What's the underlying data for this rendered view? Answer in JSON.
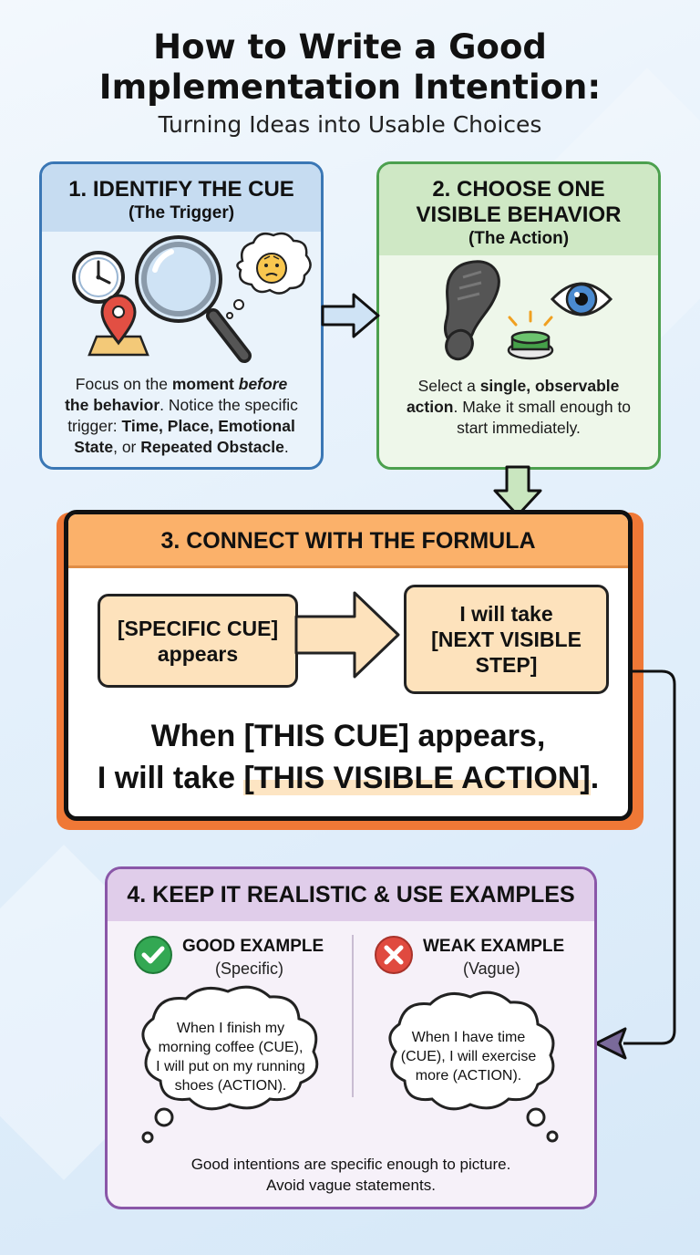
{
  "title": {
    "line1": "How to Write a Good",
    "line2": "Implementation Intention:",
    "subtitle": "Turning Ideas into Usable Choices"
  },
  "step1": {
    "heading": "1. IDENTIFY THE CUE",
    "subheading": "(The Trigger)",
    "body": {
      "t1": "Focus on the ",
      "b1": "moment ",
      "i1": "before",
      "b2": "the behavior",
      "t2": ". Notice the specific trigger: ",
      "b3": "Time, Place, Emotional State",
      "t3": ", or ",
      "b4": "Repeated Obstacle",
      "t4": "."
    },
    "icons": [
      "clock-icon",
      "magnifying-glass-icon",
      "worried-thought-icon",
      "map-pin-icon"
    ]
  },
  "step2": {
    "heading1": "2. CHOOSE ONE",
    "heading2": "VISIBLE BEHAVIOR",
    "subheading": "(The Action)",
    "body": {
      "t1": "Select a ",
      "b1": "single, observable action",
      "t2": ". Make it small enough to start immediately."
    },
    "icons": [
      "footprint-icon",
      "eye-icon",
      "push-button-icon"
    ]
  },
  "step3": {
    "heading": "3. CONNECT WITH THE FORMULA",
    "box_cue_line1": "[SPECIFIC CUE]",
    "box_cue_line2": "appears",
    "box_step_line1": "I will take",
    "box_step_line2": "[NEXT VISIBLE",
    "box_step_line3": "STEP]",
    "formula_line1": "When [THIS CUE] appears,",
    "formula_line2a": "I will take ",
    "formula_line2b": "[THIS VISIBLE ACTION]",
    "formula_line2c": "."
  },
  "step4": {
    "heading": "4. KEEP IT REALISTIC & USE EXAMPLES",
    "good_label": "GOOD EXAMPLE",
    "good_sub": "(Specific)",
    "good_text": {
      "l1": "When I finish my",
      "l2": "morning coffee (CUE),",
      "l3": "I will put on my running",
      "l4": "shoes (ACTION)."
    },
    "weak_label": "WEAK EXAMPLE",
    "weak_sub": "(Vague)",
    "weak_text": {
      "l1": "When I have time",
      "l2": "(CUE), I will exercise",
      "l3": "more (ACTION)."
    },
    "footer_line1": "Good intentions are specific enough to picture.",
    "footer_line2": "Avoid vague statements."
  },
  "colors": {
    "blue": "#3a77b5",
    "green": "#4ca04e",
    "orange": "#ef7836",
    "purple": "#8a57a8",
    "check_green": "#33a853",
    "cross_red": "#e04a3f"
  }
}
